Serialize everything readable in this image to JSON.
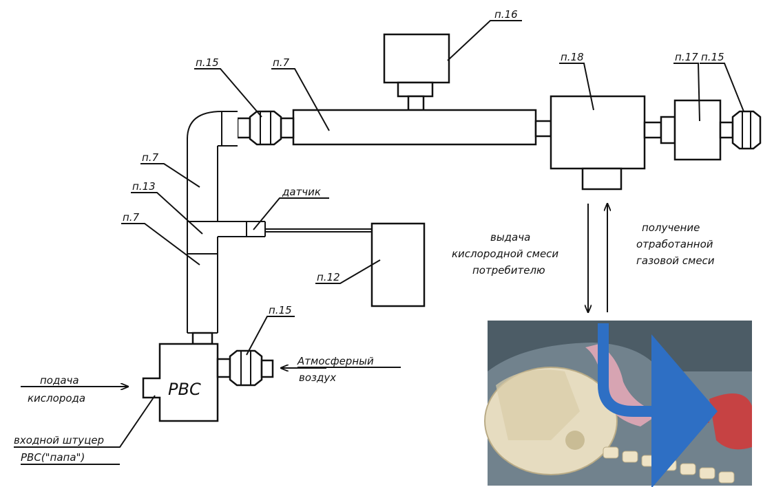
{
  "labels": {
    "p16": "п.16",
    "p15_top_left": "п.15",
    "p7_top": "п.7",
    "p18": "п.18",
    "p17": "п.17",
    "p15_top_right": "п.15",
    "p7_left_upper": "п.7",
    "p13": "п.13",
    "p7_left_lower": "п.7",
    "sensor": "датчик",
    "p12": "п.12",
    "p15_bottom": "п.15",
    "rvs": "РВС",
    "atm_line1": "Атмосферный",
    "atm_line2": "воздух",
    "oxygen_line1": "подача",
    "oxygen_line2": "кислорода",
    "inlet_line1": "входной штуцер",
    "inlet_line2": "РВС(\"папа\")",
    "deliver_line1": "выдача",
    "deliver_line2": "кислородной смеси",
    "deliver_line3": "потребителю",
    "receive_line1": "получение",
    "receive_line2": "отработанной",
    "receive_line3": "газовой смеси"
  },
  "colors": {
    "line": "#111111",
    "flow_arrow": "#2e6fc4",
    "bone": "#e6dcc0",
    "tissue": "#e2a7b6",
    "muscle": "#cf3b3b",
    "panel_bg": "#4c5c66"
  }
}
